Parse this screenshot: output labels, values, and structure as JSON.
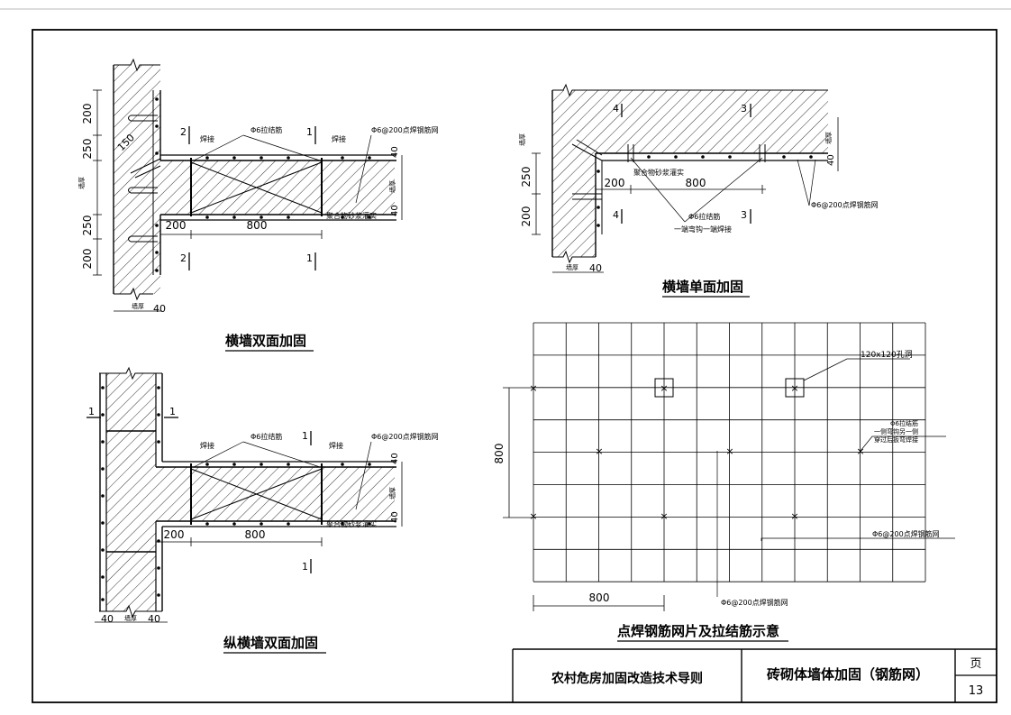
{
  "drawing_titles": {
    "d1": "横墙双面加固",
    "d2": "横墙单面加固",
    "d3": "纵横墙双面加固",
    "d4": "点焊钢筋网片及拉结筋示意"
  },
  "title_block": {
    "guide": "农村危房加固改造技术导则",
    "drawing": "砖砌体墙体加固（钢筋网）",
    "page_label": "页",
    "page_number": "13"
  },
  "labels": {
    "weld": "焊接",
    "tie": "Φ6拉结筋",
    "mesh_2": "Φ6@200点焊钢筋网",
    "mortar": "聚合物砂浆灌实",
    "wall_thickness": "墙厚",
    "hole": "120x120孔洞",
    "tie_desc_1": "Φ6拉结筋",
    "tie_desc_2": "一侧弯钩另一侧",
    "tie_desc_3": "穿过后扳弯焊接",
    "hook": "一端弯钩一端焊接"
  },
  "dims": {
    "d200": "200",
    "d250": "250",
    "d150": "150",
    "d800": "800",
    "d40": "40"
  },
  "section_marks": {
    "s1": "1",
    "s2": "2",
    "s3": "3",
    "s4": "4"
  }
}
